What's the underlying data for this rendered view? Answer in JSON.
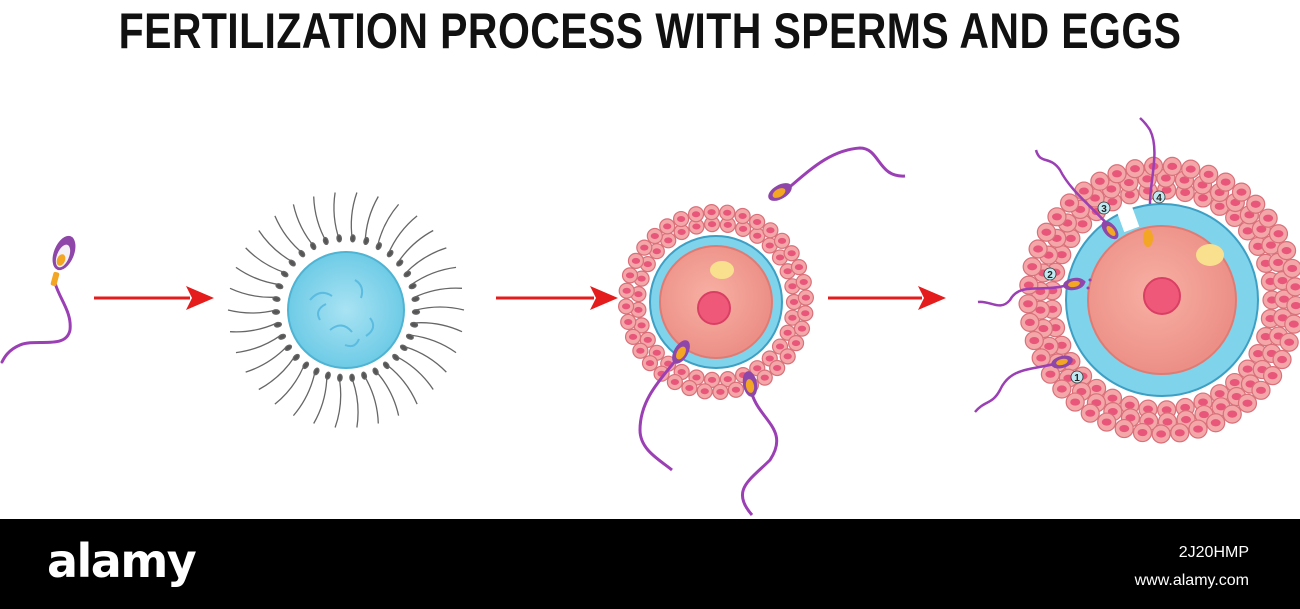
{
  "title": "FERTILIZATION PROCESS WITH SPERMS AND EGGS",
  "stages": [
    {
      "name": "sperm"
    },
    {
      "name": "egg surrounded by sperms"
    },
    {
      "name": "egg with corona radiata"
    },
    {
      "name": "sperm penetrating egg"
    }
  ],
  "step_labels": [
    "1",
    "2",
    "3",
    "4"
  ],
  "colors": {
    "arrow": "#e51c1c",
    "sperm_tail": "#9b3fb5",
    "sperm_head": "#f2a623",
    "egg_blue": "#7fd3ea",
    "follicle_cell": "#f08a96",
    "nucleus": "#f0587a"
  },
  "footer": {
    "brand": "alamy",
    "image_id": "2J20HMP",
    "site": "www.alamy.com"
  }
}
